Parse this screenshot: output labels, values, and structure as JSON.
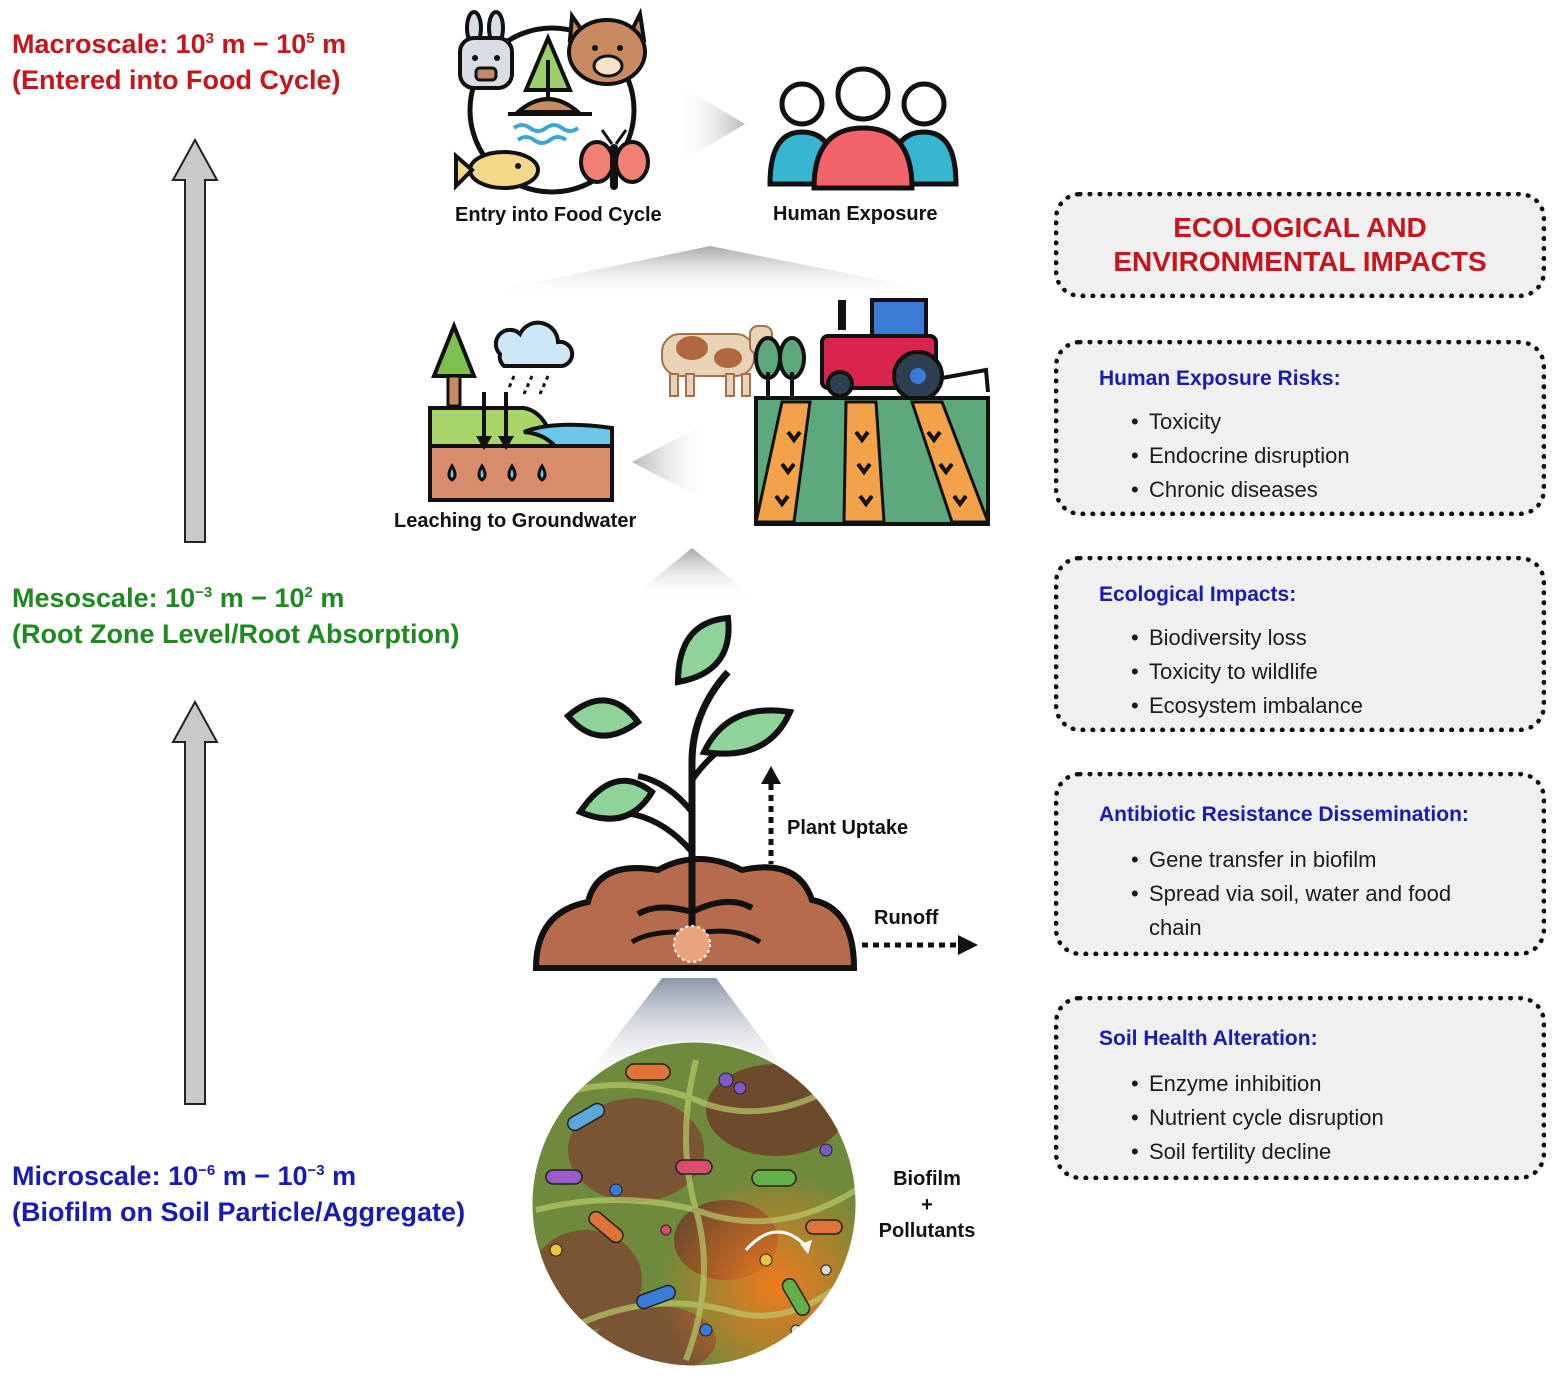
{
  "scales": {
    "macro": {
      "label_a": "Macroscale: 10",
      "exp_a": "3",
      "label_b": " m − 10",
      "exp_b": "5",
      "label_c": " m",
      "subtitle": "(Entered into Food Cycle)",
      "color": "#c4161c"
    },
    "meso": {
      "label_a": "Mesoscale: 10",
      "exp_a": "−3",
      "label_b": " m − 10",
      "exp_b": "2",
      "label_c": " m",
      "subtitle": "(Root Zone Level/Root Absorption)",
      "color": "#1f8a1f"
    },
    "micro": {
      "label_a": "Microscale: 10",
      "exp_a": "−6",
      "label_b": " m − 10",
      "exp_b": "−3",
      "label_c": " m",
      "subtitle": "(Biofilm on Soil Particle/Aggregate)",
      "color": "#1a1ab4"
    }
  },
  "captions": {
    "food_cycle": "Entry into Food Cycle",
    "human_exposure": "Human Exposure",
    "leaching": "Leaching to Groundwater",
    "plant_uptake": "Plant Uptake",
    "runoff": "Runoff",
    "biofilm_line1": "Biofilm",
    "biofilm_plus": "+",
    "biofilm_line2": "Pollutants"
  },
  "impacts": {
    "title": "ECOLOGICAL AND ENVIRONMENTAL IMPACTS",
    "title_color": "#c4161c",
    "heading_color": "#1a1ab4",
    "sections": [
      {
        "heading": "Human Exposure Risks:",
        "items": [
          "Toxicity",
          "Endocrine disruption",
          "Chronic diseases"
        ]
      },
      {
        "heading": "Ecological Impacts:",
        "items": [
          "Biodiversity loss",
          "Toxicity to wildlife",
          "Ecosystem imbalance"
        ]
      },
      {
        "heading": "Antibiotic Resistance Dissemination:",
        "items": [
          "Gene transfer in biofilm",
          "Spread via soil, water and food chain"
        ]
      },
      {
        "heading": "Soil Health Alteration:",
        "items": [
          "Enzyme inhibition",
          "Nutrient cycle disruption",
          "Soil fertility decline"
        ]
      }
    ]
  }
}
